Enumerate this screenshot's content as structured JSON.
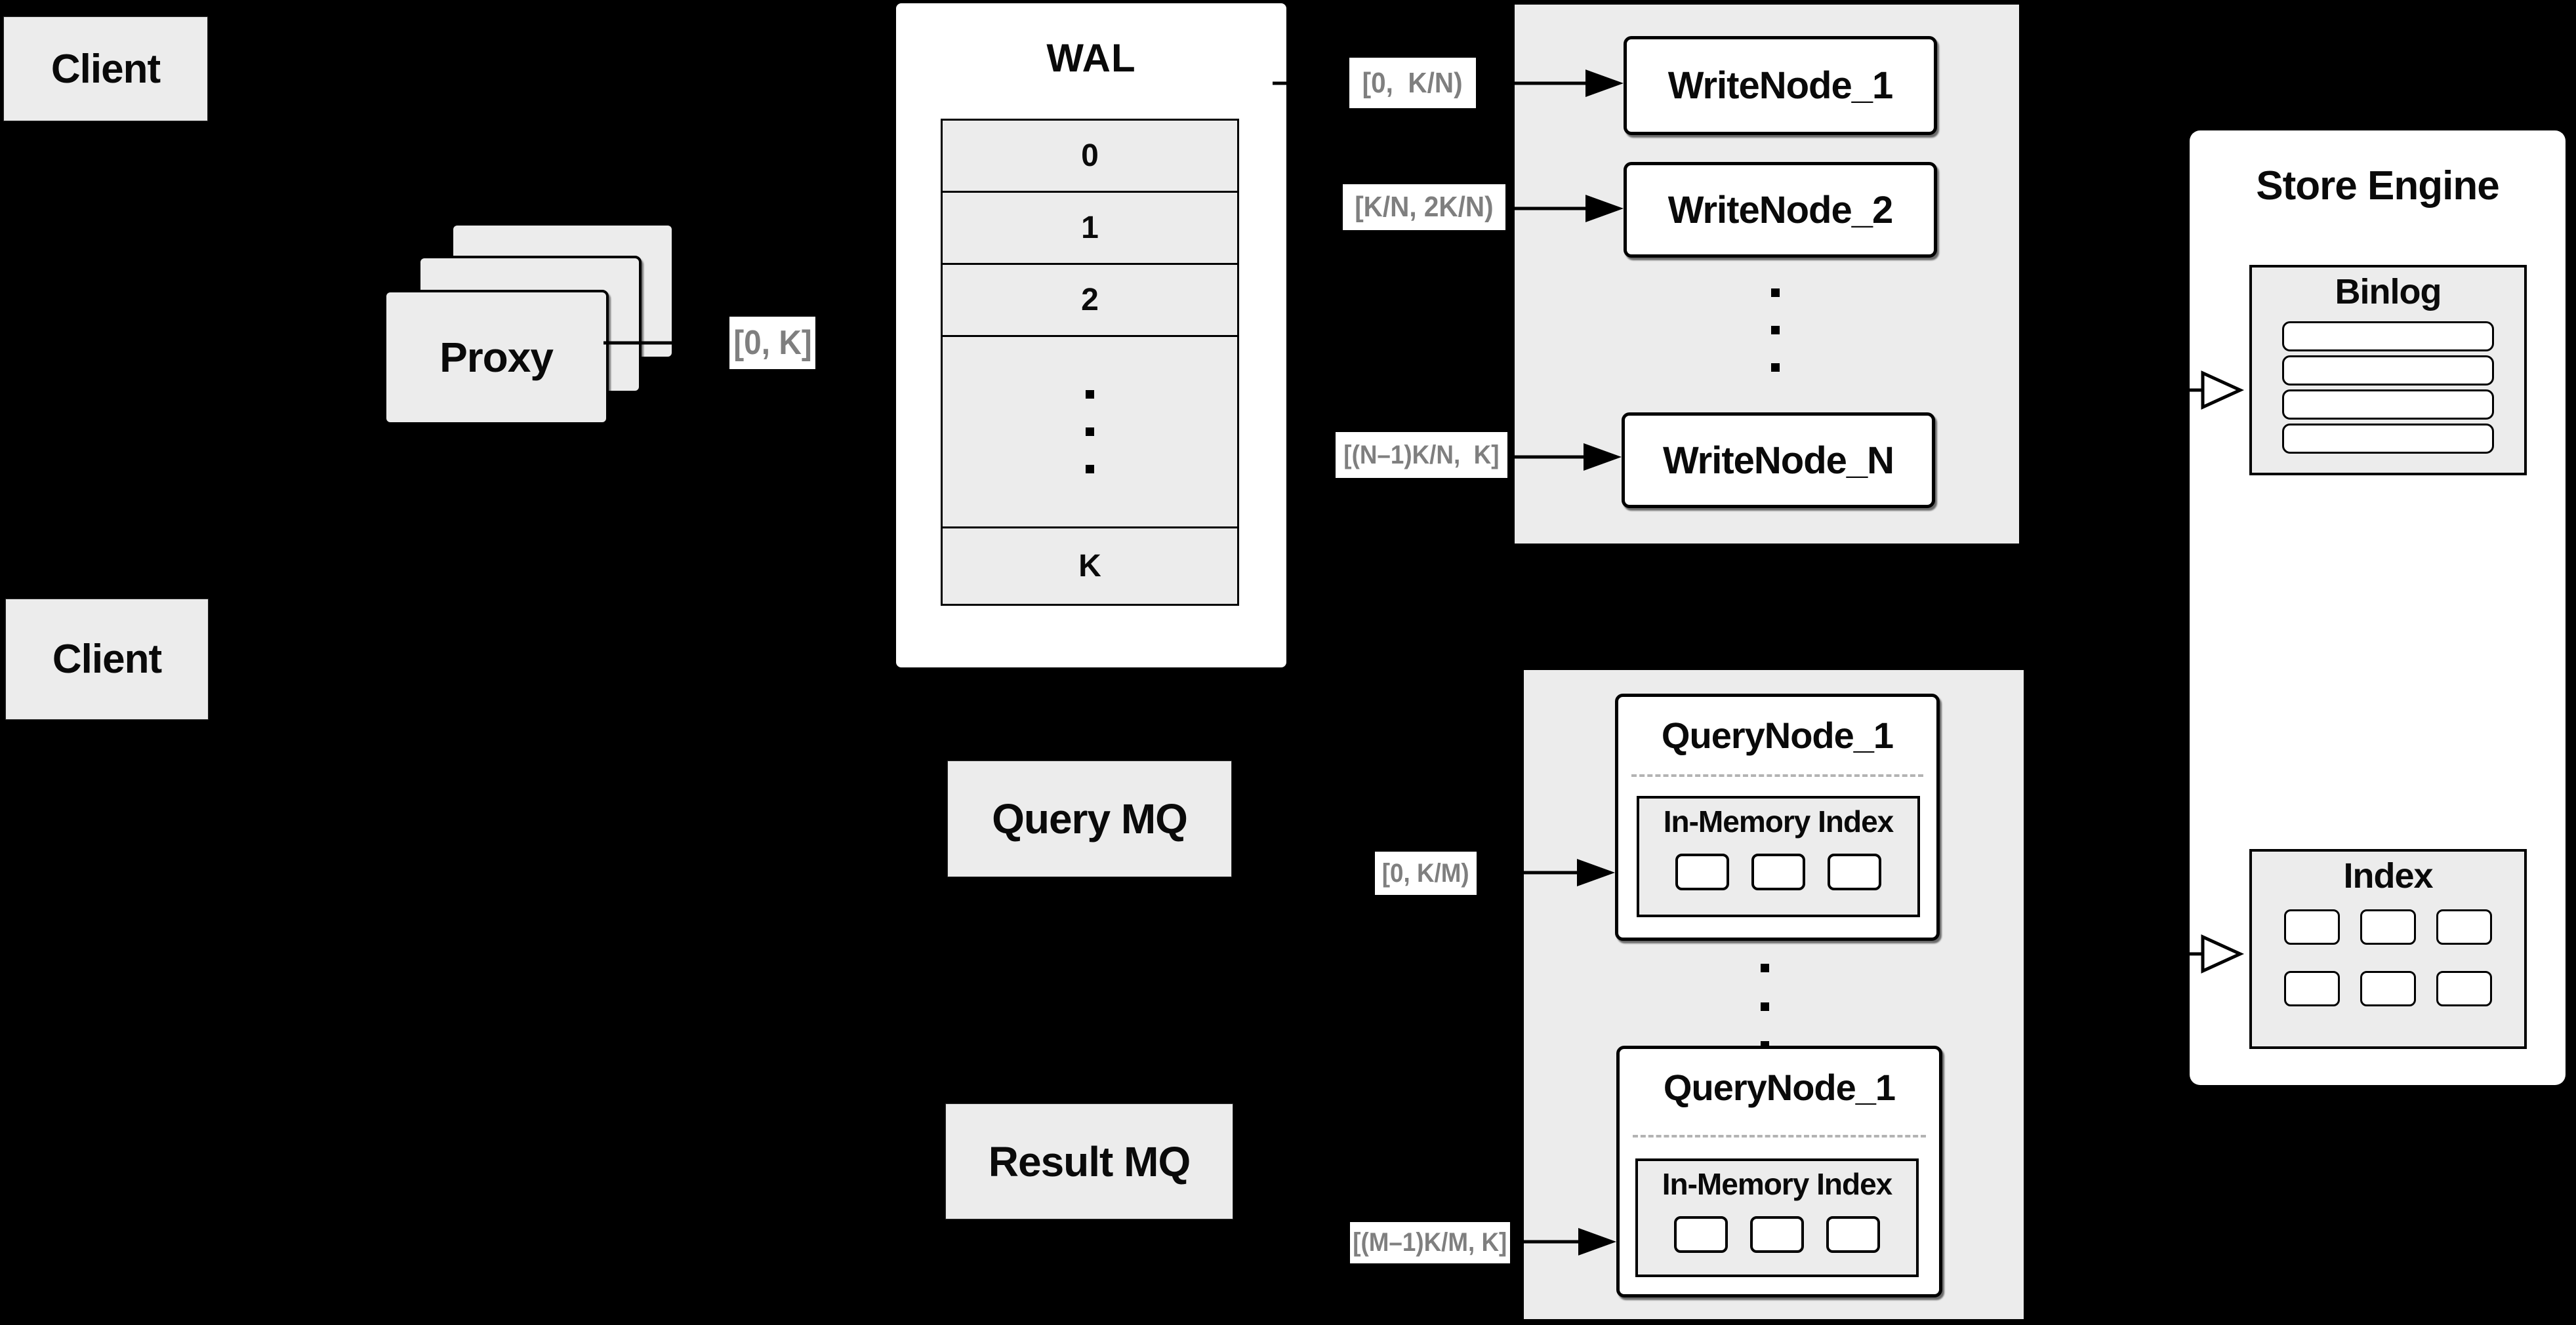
{
  "clients": {
    "top_label": "Client",
    "bottom_label": "Client"
  },
  "proxy": {
    "label": "Proxy"
  },
  "wal": {
    "title": "WAL",
    "segments": [
      "0",
      "1",
      "2",
      "K"
    ]
  },
  "write_group": {
    "node_1": "WriteNode_1",
    "node_2": "WriteNode_2",
    "node_n": "WriteNode_N"
  },
  "mq": {
    "query_label": "Query MQ",
    "result_label": "Result MQ"
  },
  "query_group": {
    "node_top_title": "QueryNode_1",
    "node_top_memory": "In-Memory Index",
    "node_bottom_title": "QueryNode_1",
    "node_bottom_memory": "In-Memory Index"
  },
  "store_engine": {
    "title": "Store Engine",
    "binlog_title": "Binlog",
    "index_title": "Index"
  },
  "edge_labels": {
    "proxy_to_wal": "[0, K]",
    "wal_to_node1": "[0,  K/N)",
    "wal_to_node2": "[K/N, 2K/N)",
    "wal_to_noden": "[(N–1)K/N,  K]",
    "query_to_node": "[0, K/M)",
    "result_to_node": "[(M–1)K/M, K]"
  },
  "colors": {
    "background": "#000000",
    "panel_fill": "#ececec",
    "node_fill": "#ffffff",
    "border": "#000000",
    "interval_text": "#7f7f7f",
    "text": "#0a0a0a",
    "dashed_divider": "#b3b3b3"
  }
}
